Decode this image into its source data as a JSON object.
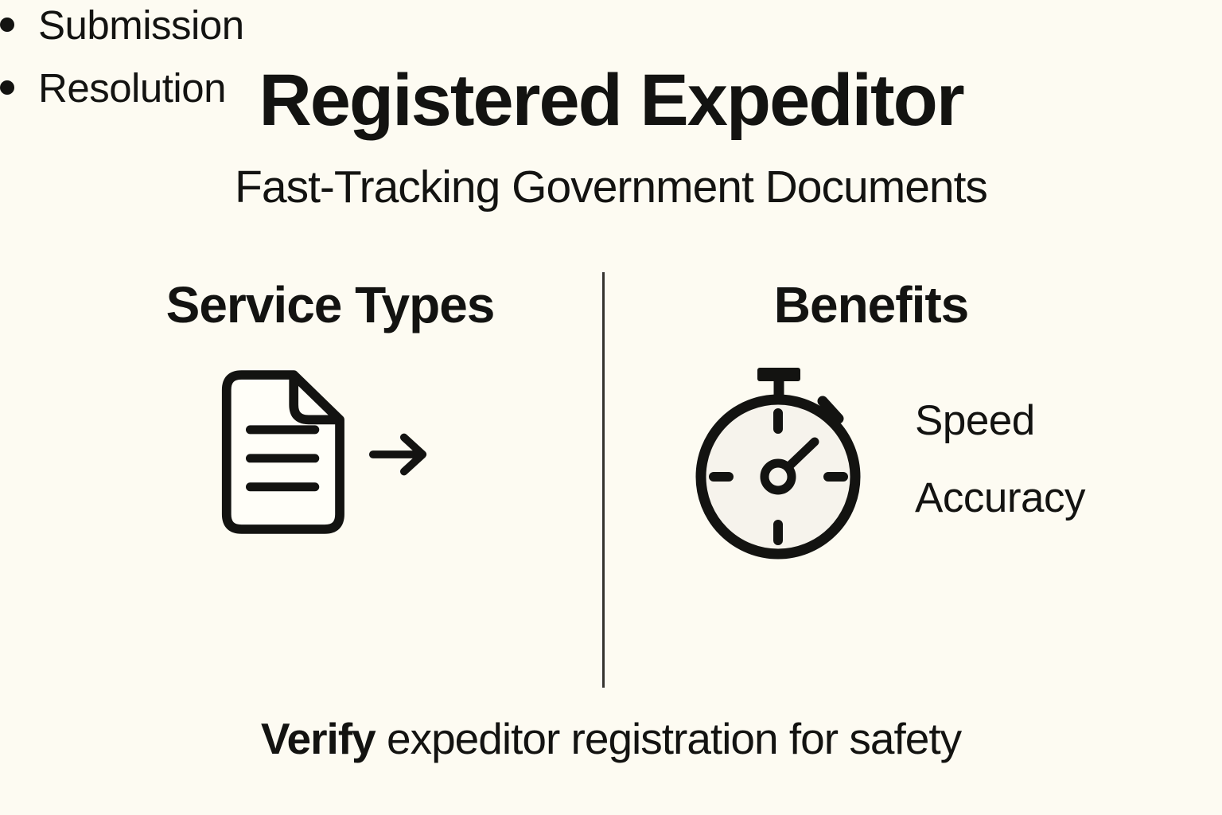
{
  "canvas": {
    "background_color": "#FDFBF2",
    "ink_color": "#131311",
    "divider_color": "#35332F",
    "stopwatch_face_color": "#F6F3EC"
  },
  "header": {
    "title": "Registered Expeditor",
    "subtitle": "Fast-Tracking Government Documents"
  },
  "left_panel": {
    "heading": "Service Types",
    "icons": [
      "document-icon",
      "arrow-right-icon"
    ],
    "items": [
      {
        "label": "Submission"
      },
      {
        "label": "Resolution"
      }
    ]
  },
  "right_panel": {
    "heading": "Benefits",
    "icons": [
      "stopwatch-icon"
    ],
    "items": [
      {
        "label": "Speed"
      },
      {
        "label": "Accuracy"
      }
    ]
  },
  "footer": {
    "lead": "Verify",
    "rest": " expeditor registration for safety"
  }
}
